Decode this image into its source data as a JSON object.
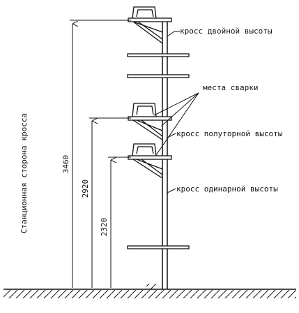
{
  "labels": {
    "double_cross": "кросс двойной высоты",
    "weld_points": "места сварки",
    "one_half_cross": "кросс полуторной высоты",
    "single_cross": "кросс одинарной высоты"
  },
  "dimensions": {
    "h1": "3460",
    "h2": "2920",
    "h3": "2320"
  },
  "side_label": "Станционная сторона кросса",
  "colors": {
    "ink": "#111111",
    "paper": "#ffffff"
  }
}
